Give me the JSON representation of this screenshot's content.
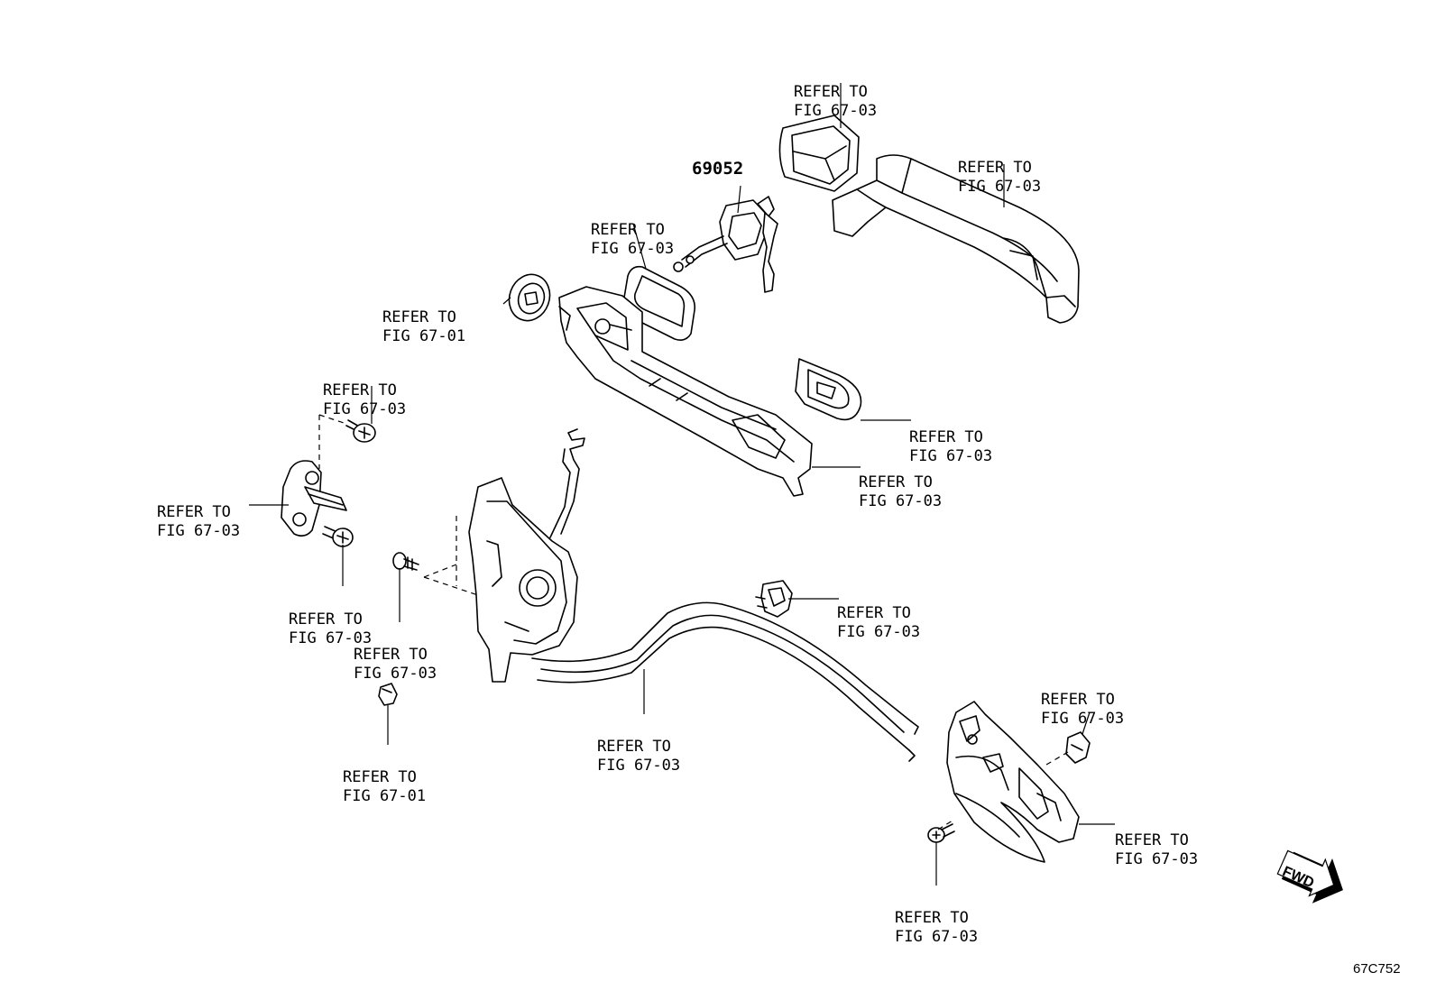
{
  "callouts": [
    {
      "id": "handle-cap",
      "line1": "REFER TO",
      "line2": "FIG 67-03"
    },
    {
      "id": "outer-handle",
      "line1": "REFER TO",
      "line2": "FIG 67-03"
    },
    {
      "id": "gasket-front",
      "line1": "REFER TO",
      "line2": "FIG 67-03"
    },
    {
      "id": "grommet",
      "line1": "REFER TO",
      "line2": "FIG 67-01"
    },
    {
      "id": "striker-bolt-top",
      "line1": "REFER TO",
      "line2": "FIG 67-03"
    },
    {
      "id": "striker",
      "line1": "REFER TO",
      "line2": "FIG 67-03"
    },
    {
      "id": "gasket-rear",
      "line1": "REFER TO",
      "line2": "FIG 67-03"
    },
    {
      "id": "handle-frame",
      "line1": "REFER TO",
      "line2": "FIG 67-03"
    },
    {
      "id": "striker-bolt-bottom",
      "line1": "REFER TO",
      "line2": "FIG 67-03"
    },
    {
      "id": "latch-screw",
      "line1": "REFER TO",
      "line2": "FIG 67-03"
    },
    {
      "id": "cable-clip",
      "line1": "REFER TO",
      "line2": "FIG 67-03"
    },
    {
      "id": "latch-cable",
      "line1": "REFER TO",
      "line2": "FIG 67-03"
    },
    {
      "id": "plug",
      "line1": "REFER TO",
      "line2": "FIG 67-01"
    },
    {
      "id": "inner-handle-cap",
      "line1": "REFER TO",
      "line2": "FIG 67-03"
    },
    {
      "id": "inner-handle",
      "line1": "REFER TO",
      "line2": "FIG 67-03"
    },
    {
      "id": "inner-handle-screw",
      "line1": "REFER TO",
      "line2": "FIG 67-03"
    }
  ],
  "part_number": "69052",
  "fwd_label": "FWD",
  "figure_code": "67C752"
}
